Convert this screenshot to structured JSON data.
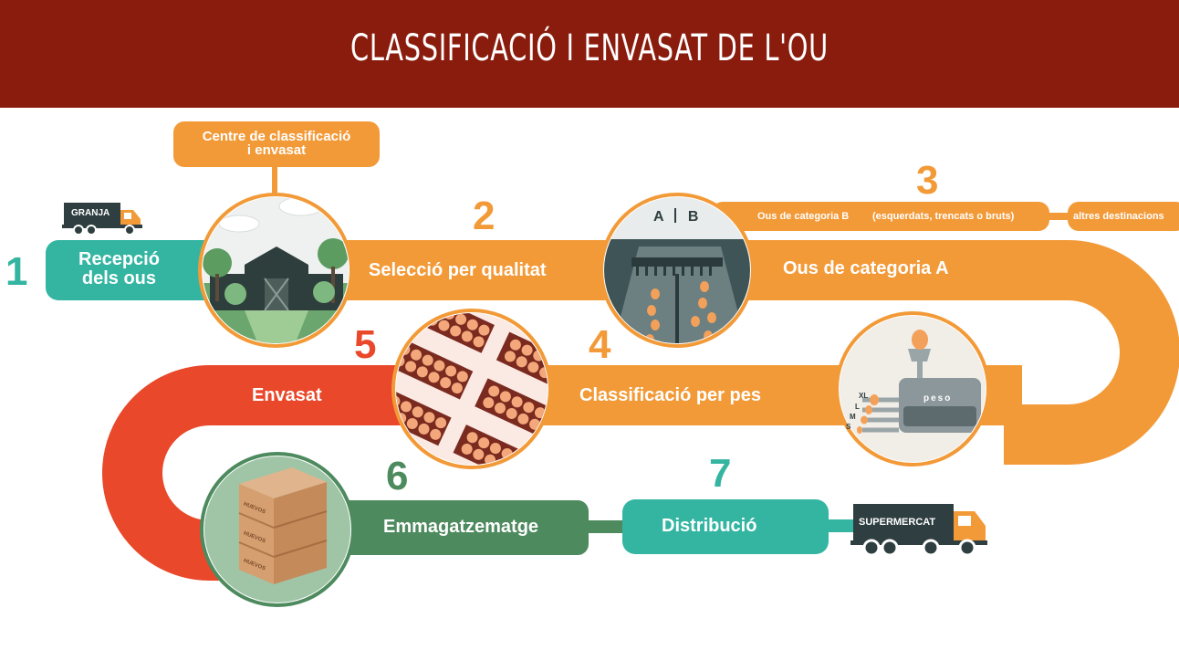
{
  "title": "CLASSIFICACIÓ I ENVASAT DE L'OU",
  "centre_label": "Centre de classificació\ni envasat",
  "trucks": {
    "farm": "GRANJA",
    "market": "SUPERMERCAT"
  },
  "steps": [
    {
      "number": "1",
      "label": "Recepció\ndels ous",
      "color": "#34b5a2"
    },
    {
      "number": "2",
      "label": "Selecció per qualitat",
      "color": "#f39a38"
    },
    {
      "number": "3",
      "label": "Ous de categoria A",
      "color": "#f39a38"
    },
    {
      "number": "4",
      "label": "Classificació per pes",
      "color": "#f39a38"
    },
    {
      "number": "5",
      "label": "Envasat",
      "color": "#e9482a"
    },
    {
      "number": "6",
      "label": "Emmagatzematge",
      "color": "#4d8a5e"
    },
    {
      "number": "7",
      "label": "Distribució",
      "color": "#34b5a2"
    }
  ],
  "category_b": {
    "label": "Ous de categoria B",
    "note": "(esquerdats, trencats o bruts)",
    "destination": "altres destinacions"
  },
  "sorter_sign": {
    "a": "A",
    "b": "B"
  },
  "scale": {
    "brand": "peso",
    "sizes": [
      "XL",
      "L",
      "M",
      "S"
    ]
  },
  "box_text": "HUEVOS",
  "colors": {
    "header": "#8a1c0d",
    "teal": "#34b5a2",
    "orange": "#f39a38",
    "red": "#e9482a",
    "green": "#4d8a5e"
  }
}
